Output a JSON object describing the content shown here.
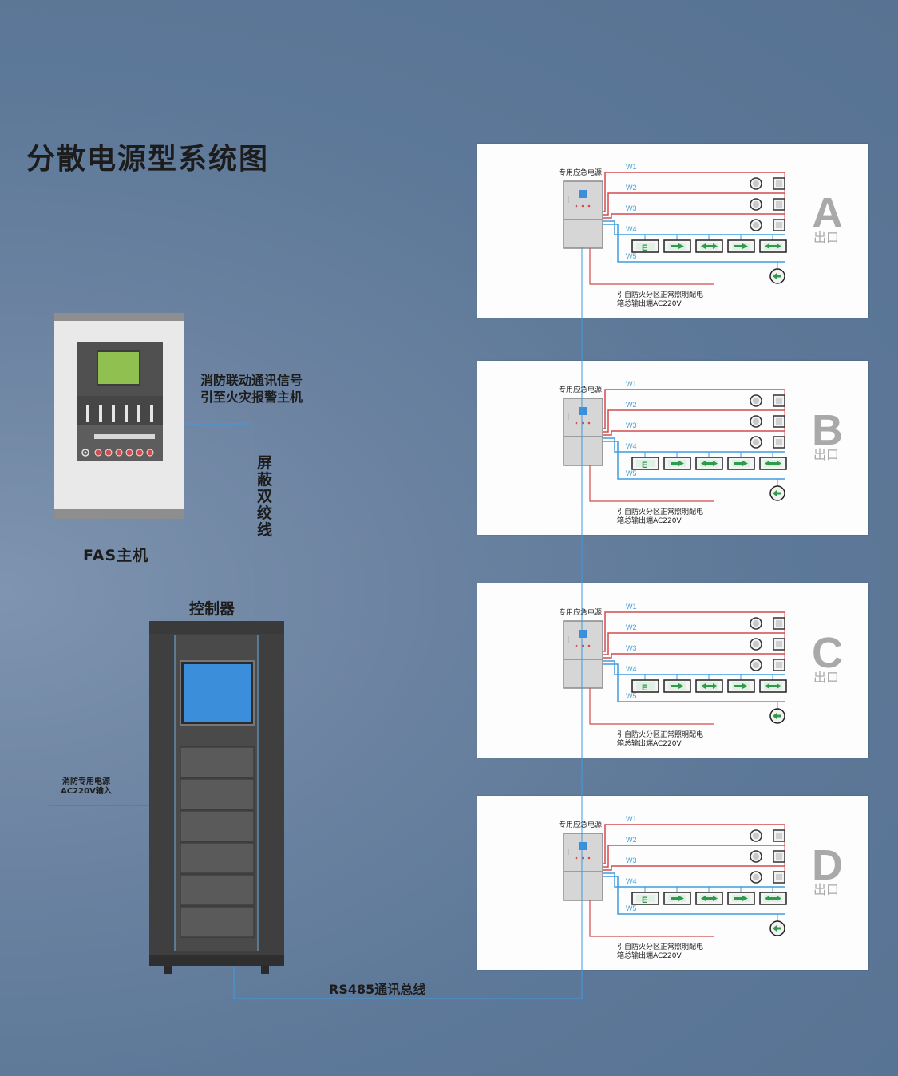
{
  "title": "分散电源型系统图",
  "fas_label": "FAS主机",
  "controller_label": "控制器",
  "signal_label_line1": "消防联动通讯信号",
  "signal_label_line2": "引至火灾报警主机",
  "twisted_pair_chars": [
    "屏",
    "蔽",
    "双",
    "绞",
    "线"
  ],
  "power_input_line1": "消防专用电源",
  "power_input_line2": "AC220V输入",
  "bus_label": "RS485通讯总线",
  "zone_common": {
    "supply_label": "专用应急电源",
    "circuits": [
      "W1",
      "W2",
      "W3",
      "W4",
      "W5"
    ],
    "source_line1": "引自防火分区正常照明配电",
    "source_line2": "箱总输出端AC220V",
    "exit_text": "出口",
    "sign_e": "E"
  },
  "zones": [
    {
      "letter": "A"
    },
    {
      "letter": "B"
    },
    {
      "letter": "C"
    },
    {
      "letter": "D"
    }
  ],
  "colors": {
    "red_line": "#d14b4f",
    "blue_line": "#3f9be0",
    "green_sign": "#2f9a4a"
  }
}
